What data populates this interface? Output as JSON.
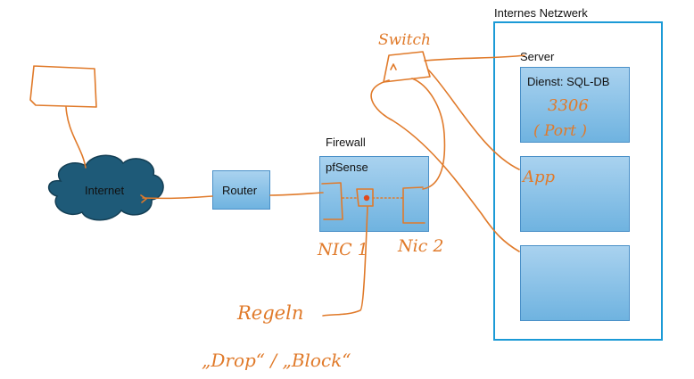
{
  "labels": {
    "internal_network": "Internes Netzwerk",
    "server": "Server",
    "service": "Dienst: SQL-DB",
    "firewall": "Firewall",
    "pfsense": "pfSense",
    "router": "Router",
    "internet": "Internet"
  },
  "handwriting": {
    "switch": "Switch",
    "port": "3306",
    "port_note": "( Port )",
    "app": "App",
    "nic1": "NIC 1",
    "nic2": "Nic 2",
    "rules": "Regeln",
    "actions": "„Drop“ / „Block“"
  },
  "colors": {
    "annotation": "#e07a2a",
    "cloud": "#1e5a78",
    "frame": "#1b9ad6"
  }
}
